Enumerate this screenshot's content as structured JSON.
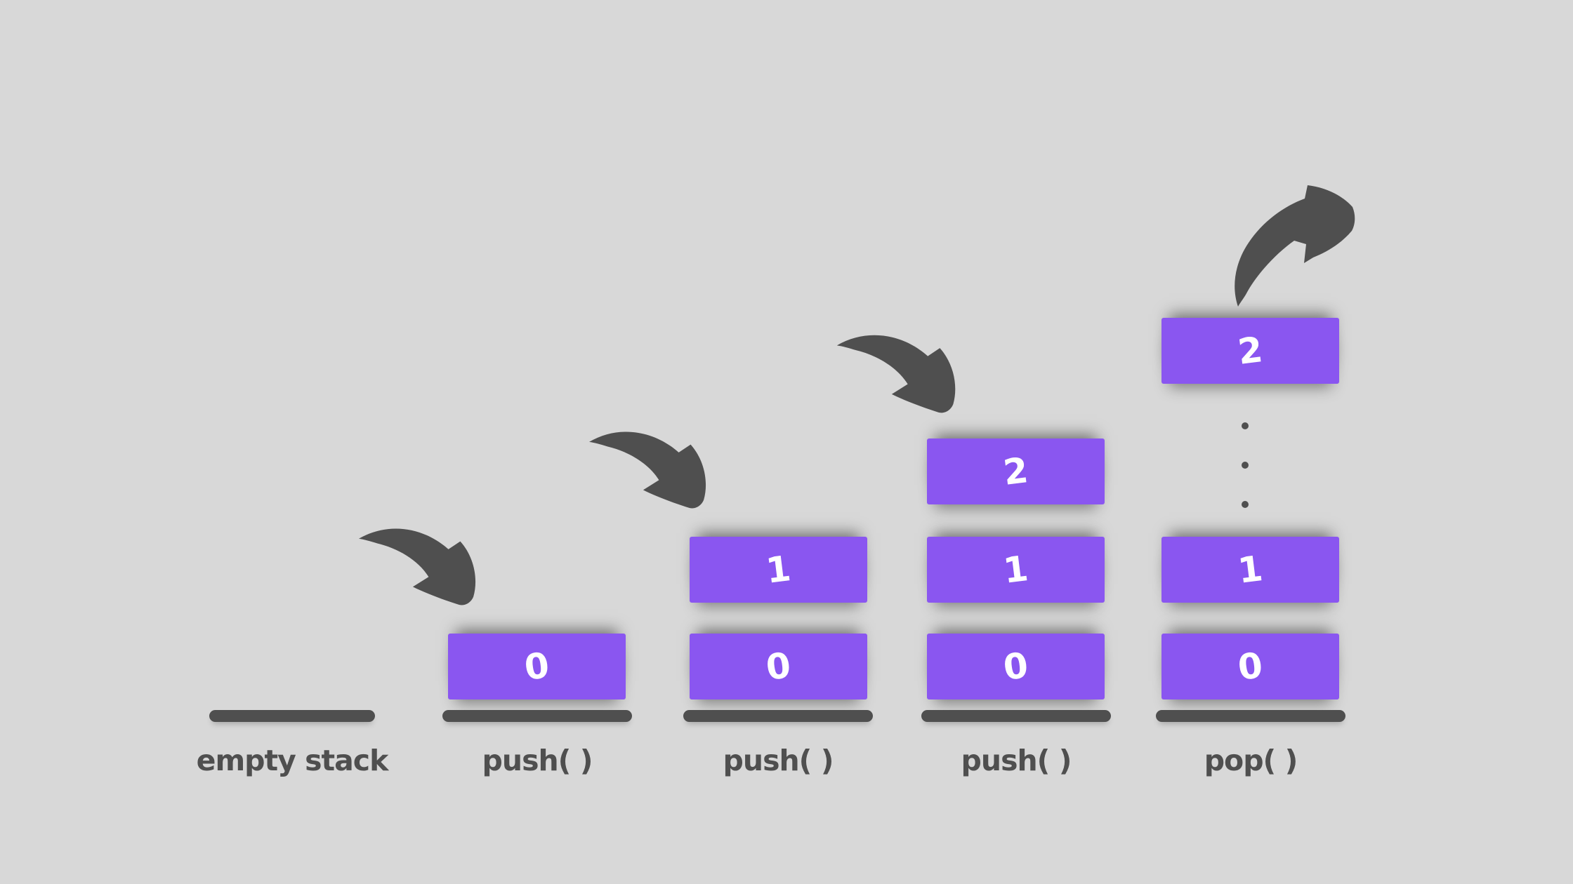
{
  "colors": {
    "background": "#d8d8d8",
    "box_fill": "#8a56f0",
    "ink": "#4f4f4f",
    "digit": "#ffffff"
  },
  "columns": [
    {
      "label": "empty stack",
      "boxes": []
    },
    {
      "label": "push( )",
      "boxes": [
        "0"
      ]
    },
    {
      "label": "push( )",
      "boxes": [
        "1",
        "0"
      ]
    },
    {
      "label": "push( )",
      "boxes": [
        "2",
        "1",
        "0"
      ]
    },
    {
      "label": "pop( )",
      "boxes": [
        "1",
        "0"
      ],
      "popped_value": "2"
    }
  ],
  "icons": {
    "push_arrow": "curved-arrow-down-right",
    "pop_arrow": "curved-arrow-up-right",
    "ellipsis": "vertical-ellipsis-dots"
  }
}
